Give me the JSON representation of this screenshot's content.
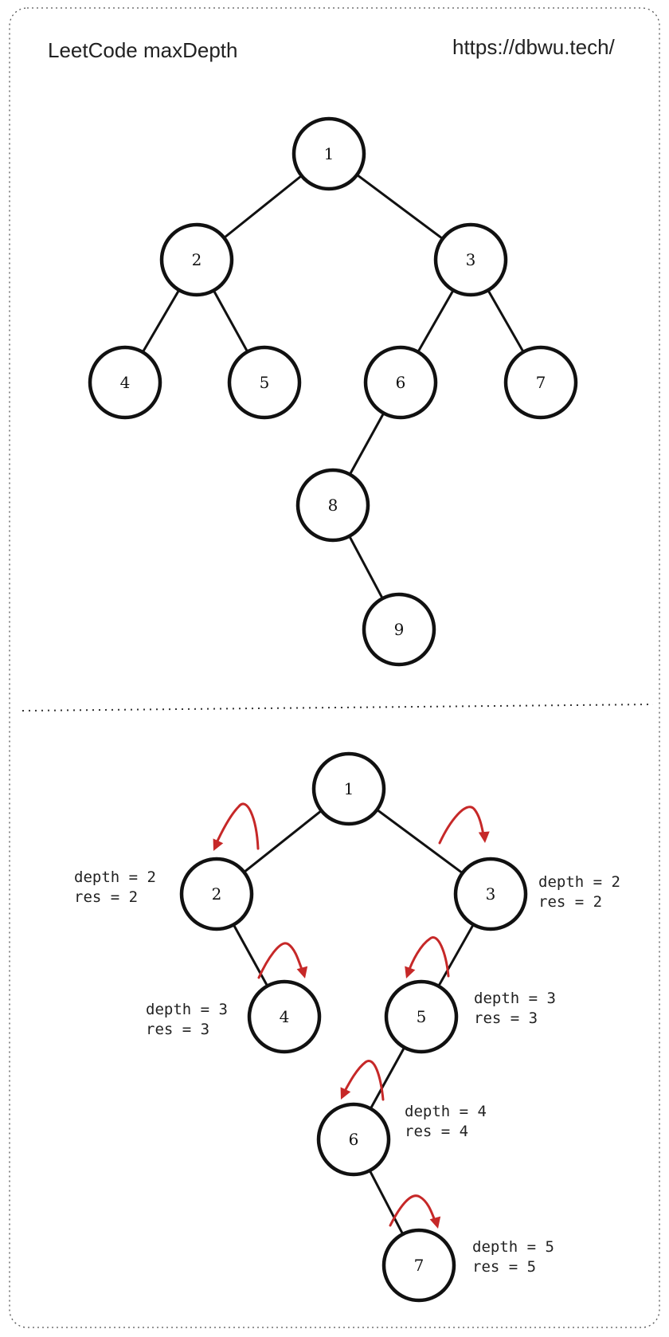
{
  "header": {
    "title": "LeetCode maxDepth",
    "url": "https://dbwu.tech/"
  },
  "colors": {
    "ink": "#111111",
    "arrow": "#c62828"
  },
  "tree_top": {
    "nodes": [
      {
        "id": "t1",
        "label": "1"
      },
      {
        "id": "t2",
        "label": "2"
      },
      {
        "id": "t3",
        "label": "3"
      },
      {
        "id": "t4",
        "label": "4"
      },
      {
        "id": "t5",
        "label": "5"
      },
      {
        "id": "t6",
        "label": "6"
      },
      {
        "id": "t7",
        "label": "7"
      },
      {
        "id": "t8",
        "label": "8"
      },
      {
        "id": "t9",
        "label": "9"
      }
    ],
    "edges": [
      [
        "t1",
        "t2"
      ],
      [
        "t1",
        "t3"
      ],
      [
        "t2",
        "t4"
      ],
      [
        "t2",
        "t5"
      ],
      [
        "t3",
        "t6"
      ],
      [
        "t3",
        "t7"
      ],
      [
        "t6",
        "t8"
      ],
      [
        "t8",
        "t9"
      ]
    ]
  },
  "tree_bottom": {
    "nodes": [
      {
        "id": "b1",
        "label": "1"
      },
      {
        "id": "b2",
        "label": "2"
      },
      {
        "id": "b3",
        "label": "3"
      },
      {
        "id": "b4",
        "label": "4"
      },
      {
        "id": "b5",
        "label": "5"
      },
      {
        "id": "b6",
        "label": "6"
      },
      {
        "id": "b7",
        "label": "7"
      }
    ],
    "edges": [
      [
        "b1",
        "b2"
      ],
      [
        "b1",
        "b3"
      ],
      [
        "b2",
        "b4"
      ],
      [
        "b3",
        "b5"
      ],
      [
        "b5",
        "b6"
      ],
      [
        "b6",
        "b7"
      ]
    ],
    "annotations": [
      {
        "node": "b2",
        "depth": "depth = 2",
        "res": "res = 2"
      },
      {
        "node": "b3",
        "depth": "depth = 2",
        "res": "res = 2"
      },
      {
        "node": "b4",
        "depth": "depth = 3",
        "res": "res = 3"
      },
      {
        "node": "b5",
        "depth": "depth = 3",
        "res": "res = 3"
      },
      {
        "node": "b6",
        "depth": "depth = 4",
        "res": "res = 4"
      },
      {
        "node": "b7",
        "depth": "depth = 5",
        "res": "res = 5"
      }
    ]
  }
}
